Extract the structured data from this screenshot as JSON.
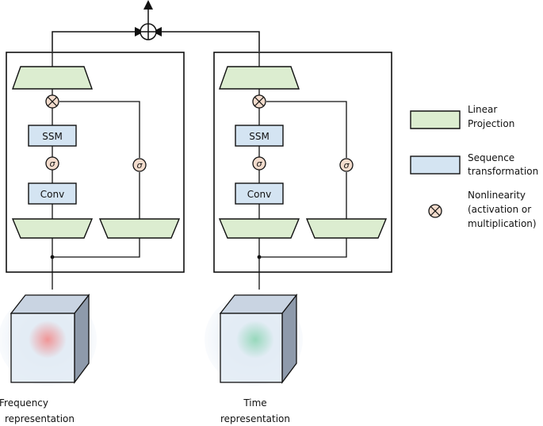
{
  "colors": {
    "linear": "#dcedd0",
    "sequence": "#d4e4f2",
    "nonlinearity": "#f3dccd",
    "stroke": "#111111",
    "frequency_glow": "#f0a3a3",
    "time_glow": "#a8dcc4",
    "cube_front": "#e2ebf5",
    "cube_side": "#8e9aab",
    "cube_top": "#c9d4e2"
  },
  "blocks": [
    {
      "ssm_label": "SSM",
      "conv_label": "Conv",
      "sigma_symbol": "σ",
      "input_caption_line1": "Frequency",
      "input_caption_line2": "representation"
    },
    {
      "ssm_label": "SSM",
      "conv_label": "Conv",
      "sigma_symbol": "σ",
      "input_caption_line1": "Time",
      "input_caption_line2": "representation"
    }
  ],
  "legend": {
    "linear_line1": "Linear",
    "linear_line2": "Projection",
    "sequence_line1": "Sequence",
    "sequence_line2": "transformation",
    "nonlinearity_line1": "Nonlinearity",
    "nonlinearity_line2": "(activation or",
    "nonlinearity_line3": "multiplication)",
    "nonlinearity_icon": "circle-times-icon"
  },
  "top_combiner_icon": "circle-plus-icon"
}
